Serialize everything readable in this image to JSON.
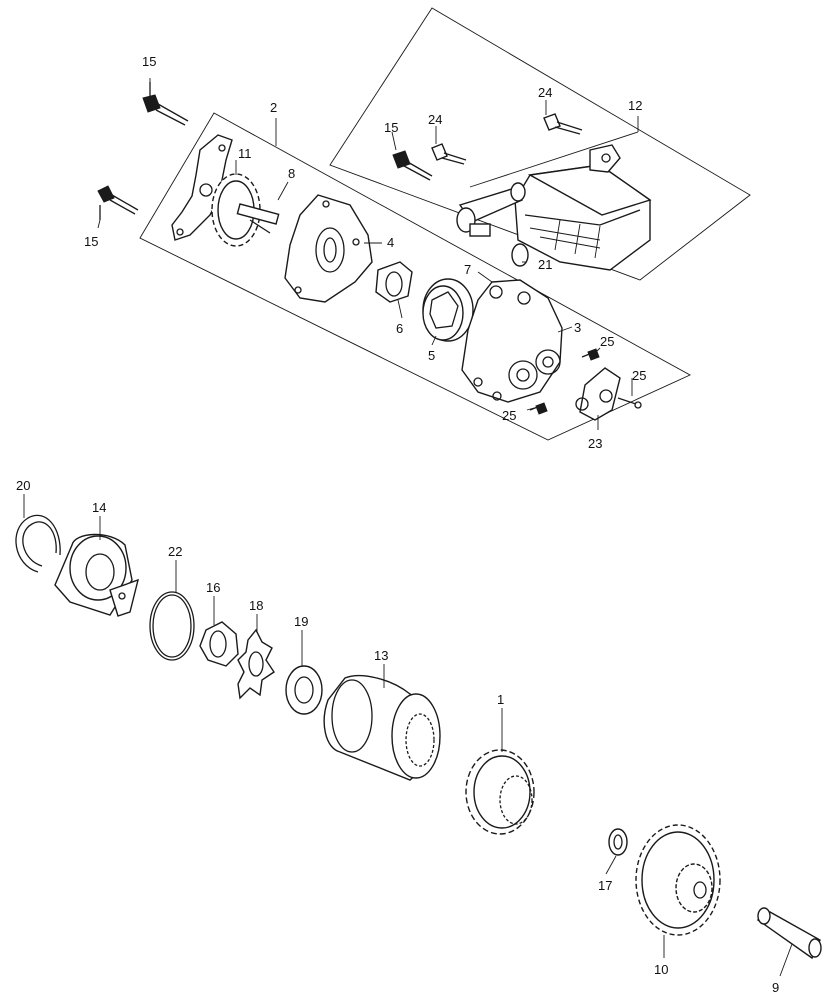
{
  "callouts": {
    "c1": "1",
    "c2": "2",
    "c3": "3",
    "c4": "4",
    "c5": "5",
    "c6": "6",
    "c7": "7",
    "c8": "8",
    "c9": "9",
    "c10": "10",
    "c11": "11",
    "c12": "12",
    "c13": "13",
    "c14": "14",
    "c15a": "15",
    "c15b": "15",
    "c15c": "15",
    "c16": "16",
    "c17": "17",
    "c18": "18",
    "c19": "19",
    "c20": "20",
    "c21": "21",
    "c22": "22",
    "c23": "23",
    "c24a": "24",
    "c24b": "24",
    "c25a": "25",
    "c25b": "25",
    "c25c": "25"
  }
}
